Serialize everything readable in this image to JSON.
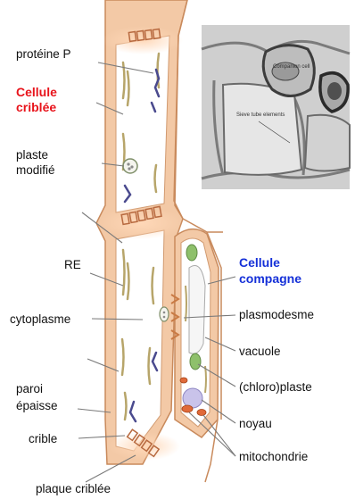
{
  "diagram": {
    "labels": {
      "proteine_p": "protéine P",
      "cellule_criblee": "Cellule\ncriblée",
      "plaste_modifie": "plaste\nmodifié",
      "re": "RE",
      "cytoplasme": "cytoplasme",
      "paroi_epaisse": "paroi\népaisse",
      "crible": "crible",
      "plaque_criblee": "plaque criblée",
      "cellule_compagne": "Cellule\ncompagne",
      "plasmodesme": "plasmodesme",
      "vacuole": "vacuole",
      "chloroplaste": "(chloro)plaste",
      "noyau": "noyau",
      "mitochondrie": "mitochondrie"
    },
    "micrograph": {
      "label_companion": "Companion cell",
      "label_sieve": "Sieve tube elements"
    },
    "colors": {
      "wall": "#f3c9a6",
      "wall_edge": "#c98a5c",
      "cell_interior": "#ffffff",
      "red_label": "#e8141c",
      "blue_label": "#1530d8",
      "organelle_green": "#8ec06b",
      "nucleus": "#c9c3ea",
      "protein_p": "#4a4a8e"
    }
  }
}
